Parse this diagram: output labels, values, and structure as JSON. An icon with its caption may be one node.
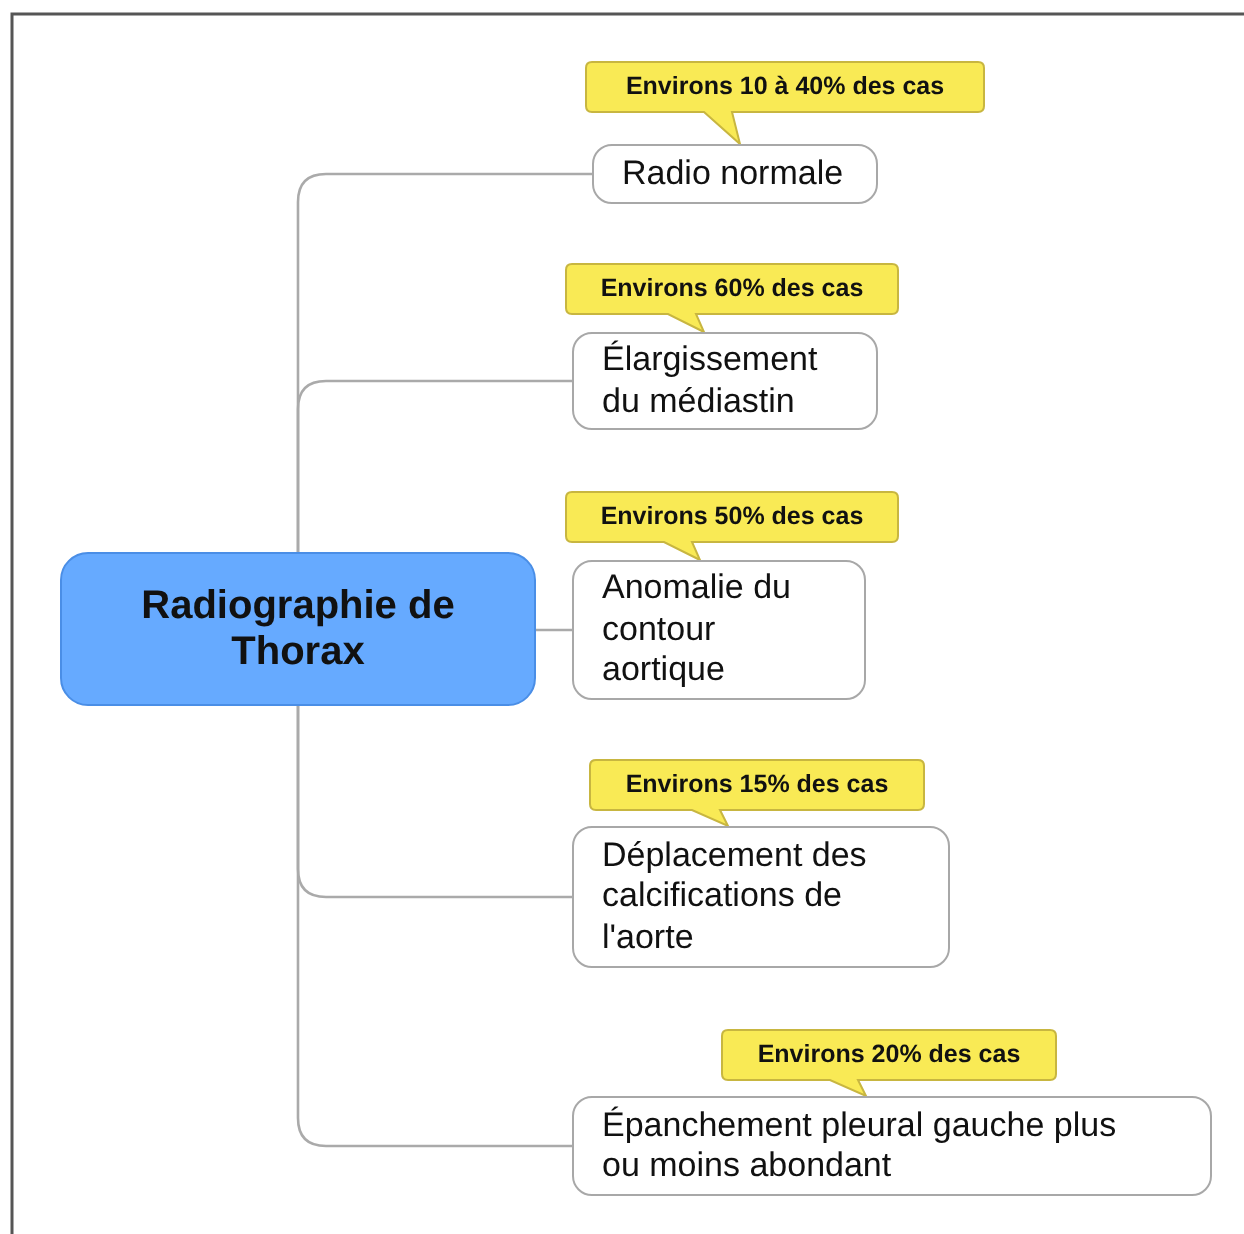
{
  "diagram": {
    "nodes": [
      {
        "text": [
          "Radiographie de Thorax"
        ]
      },
      {
        "text": [
          "Environs 10 à 40% des cas"
        ]
      },
      {
        "text": [
          "Radio normale"
        ]
      },
      {
        "text": [
          "Environs 60% des cas"
        ]
      },
      {
        "text": [
          "Élargissement du médiastin"
        ]
      },
      {
        "text": [
          "Environs 50% des cas"
        ]
      },
      {
        "text": [
          "Anomalie du contour aortique"
        ]
      },
      {
        "text": [
          "Environs 15% des cas"
        ]
      },
      {
        "text": [
          "Déplacement des calcifications de l'aorte"
        ]
      },
      {
        "text": [
          "Environs 20% des cas"
        ]
      },
      {
        "text": [
          "Épanchement pleural gauche plus ou moins abondant"
        ]
      }
    ],
    "edges": [
      {
        "from": 0,
        "to": 2,
        "arrow": "none"
      },
      {
        "from": 0,
        "to": 4,
        "arrow": "none"
      },
      {
        "from": 0,
        "to": 6,
        "arrow": "none"
      },
      {
        "from": 0,
        "to": 8,
        "arrow": "none"
      },
      {
        "from": 0,
        "to": 10,
        "arrow": "none"
      }
    ]
  }
}
